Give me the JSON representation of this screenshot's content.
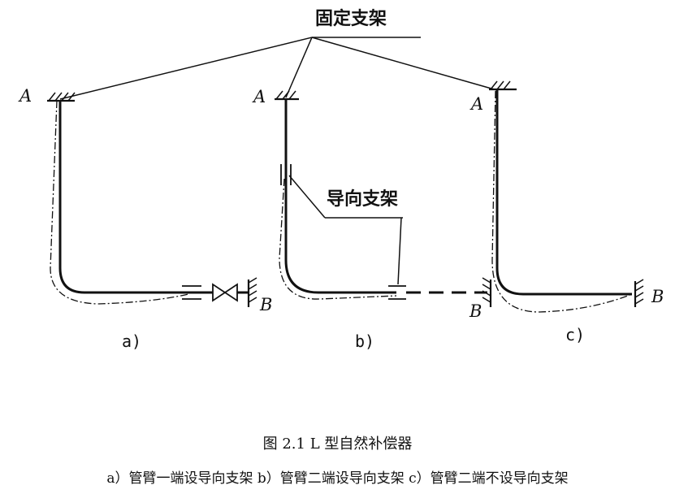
{
  "labels": {
    "fixed_support": "固定支架",
    "guide_support": "导向支架",
    "point_a": "A",
    "point_b": "B"
  },
  "panels": [
    {
      "id": "a",
      "label": "a)"
    },
    {
      "id": "b",
      "label": "b)"
    },
    {
      "id": "c",
      "label": "c)"
    }
  ],
  "caption": {
    "title": "图 2.1 L 型自然补偿器",
    "subtitle": "a）管臂一端设导向支架  b）管臂二端设导向支架  c）管臂二端不设导向支架"
  }
}
